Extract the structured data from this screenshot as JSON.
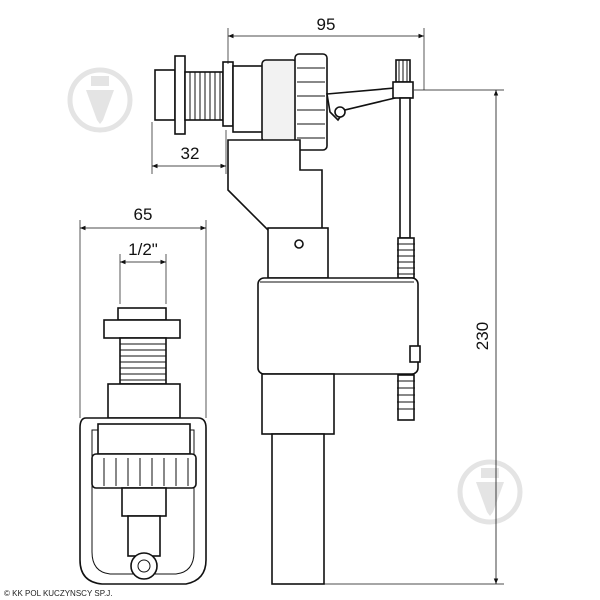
{
  "dimensions": {
    "width_top": "95",
    "thread_length": "32",
    "width_body": "65",
    "thread_size": "1/2\"",
    "height": "230"
  },
  "credit": "© KK POL KUCZYNSCY SP.J.",
  "watermark_icon": "pen-nib-icon"
}
